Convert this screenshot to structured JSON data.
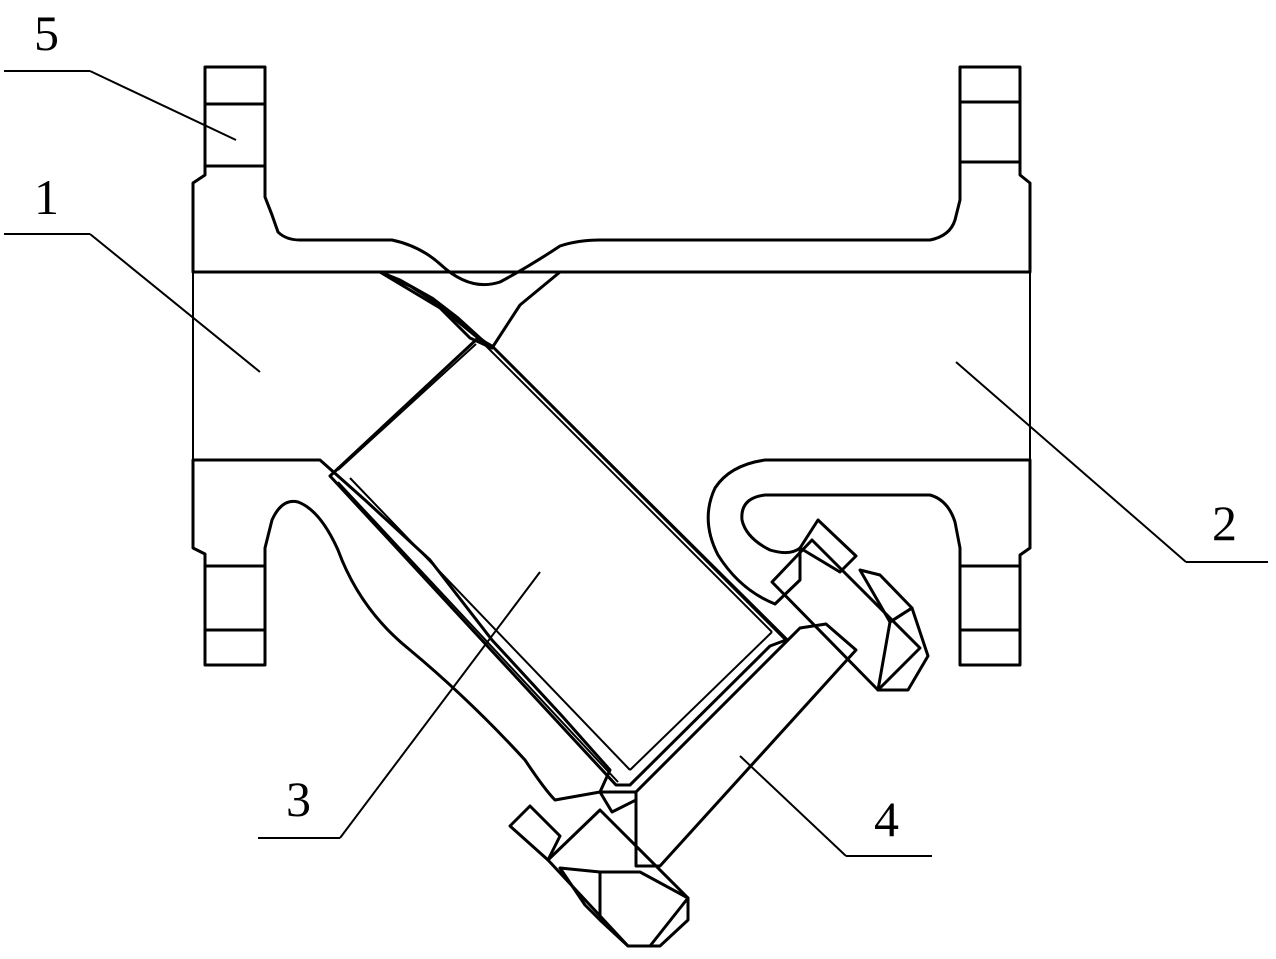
{
  "figure": {
    "labels": {
      "inlet": "1",
      "outlet": "2",
      "screen": "3",
      "cover": "4",
      "flange_hole": "5"
    },
    "colors": {
      "line": "#000000",
      "background": "#ffffff"
    }
  }
}
